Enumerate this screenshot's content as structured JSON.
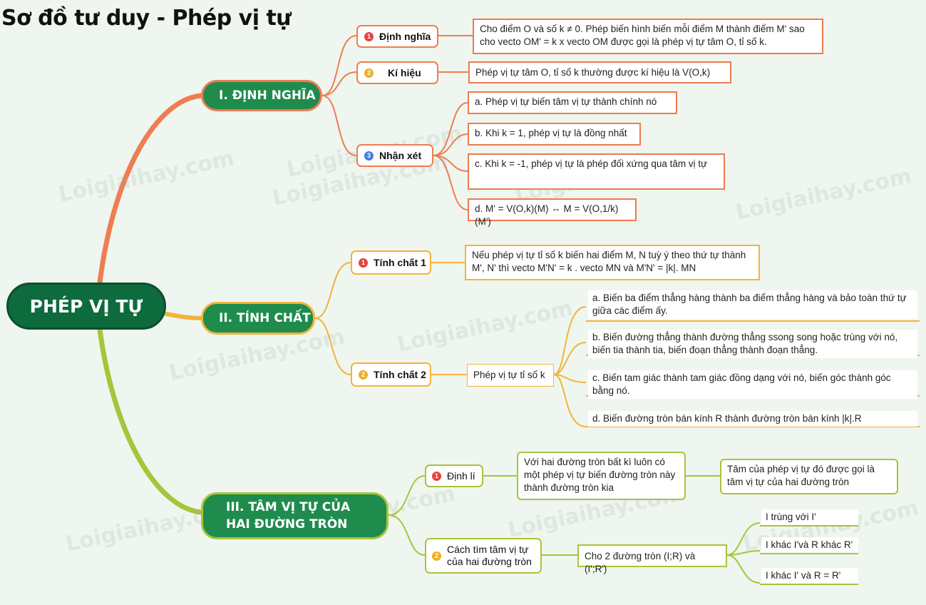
{
  "title": "Sơ đồ tư duy - Phép vị tự",
  "root": "PHÉP VỊ TỰ",
  "watermark": "Loigiaihay.com",
  "sections": {
    "s1": {
      "label": "I. ĐỊNH NGHĨA",
      "color": "#ee7a4f",
      "items": {
        "dinh_nghia": {
          "num": "1",
          "label": "Định nghĩa",
          "text": "Cho điểm O và số k ≠ 0. Phép biến hình biến mỗi điểm M thành điểm M' sao cho vecto OM' = k x vecto OM được gọi là phép vị tự tâm O, tỉ số k."
        },
        "ki_hieu": {
          "num": "2",
          "label": "Kí hiệu",
          "text": "Phép vị tự tâm O, tỉ số k thường được kí hiệu là V(O,k)"
        },
        "nhan_xet": {
          "num": "3",
          "label": "Nhận xét",
          "points": [
            "a. Phép vị tự biến tâm vị tự thành chính nó",
            "b. Khi k = 1, phép vị tự là đồng nhất",
            "c. Khi k = -1, phép vị tự là phép đối xứng qua tâm vị tự",
            "d. M' = V(O,k)(M) ⇔ M = V(O,1/k)(M')"
          ]
        }
      }
    },
    "s2": {
      "label": "II. TÍNH CHẤT",
      "color": "#f2b43a",
      "items": {
        "tc1": {
          "num": "1",
          "label": "Tính chất 1",
          "text": "Nếu phép vị tự tỉ số k biến hai điểm M, N tuỳ ý theo thứ tự thành M', N' thì vecto M'N' = k . vecto MN và M'N' = |k|. MN"
        },
        "tc2": {
          "num": "2",
          "label": "Tính chất 2",
          "mid": "Phép vị tự tỉ số k",
          "points": [
            "a. Biến ba điểm thẳng hàng thành ba điểm thẳng hàng và bảo toàn thứ tự giữa các điểm ấy.",
            "b. Biến đường thẳng thành đường thẳng ssong song hoặc trùng với nó, biến tia thành tia, biến đoạn thẳng thành đoạn thẳng.",
            "c. Biến tam giác thành tam giác đồng dạng với nó, biến góc thành góc bằng nó.",
            "d. Biến đường tròn bán kính R thành đường tròn bán kính |k|.R"
          ]
        }
      }
    },
    "s3": {
      "label": "III. TÂM VỊ TỰ CỦA HAI ĐƯỜNG TRÒN",
      "color": "#a8c43a",
      "items": {
        "dinh_li": {
          "num": "1",
          "label": "Định lí",
          "text": "Với hai đường tròn bất kì luôn có một phép vị tự biến đường tròn này thành đường tròn kia",
          "text2": "Tâm của phép vị tự đó được gọi là tâm vị tự của hai đường tròn"
        },
        "cach_tim": {
          "num": "2",
          "label": "Cách tìm tâm vị tự của hai đường tròn",
          "mid": "Cho 2 đường tròn (I;R) và (I';R')",
          "points": [
            "I trùng với I'",
            "I khác I'và R khác R'",
            "I khác I' và R = R'"
          ]
        }
      }
    }
  }
}
